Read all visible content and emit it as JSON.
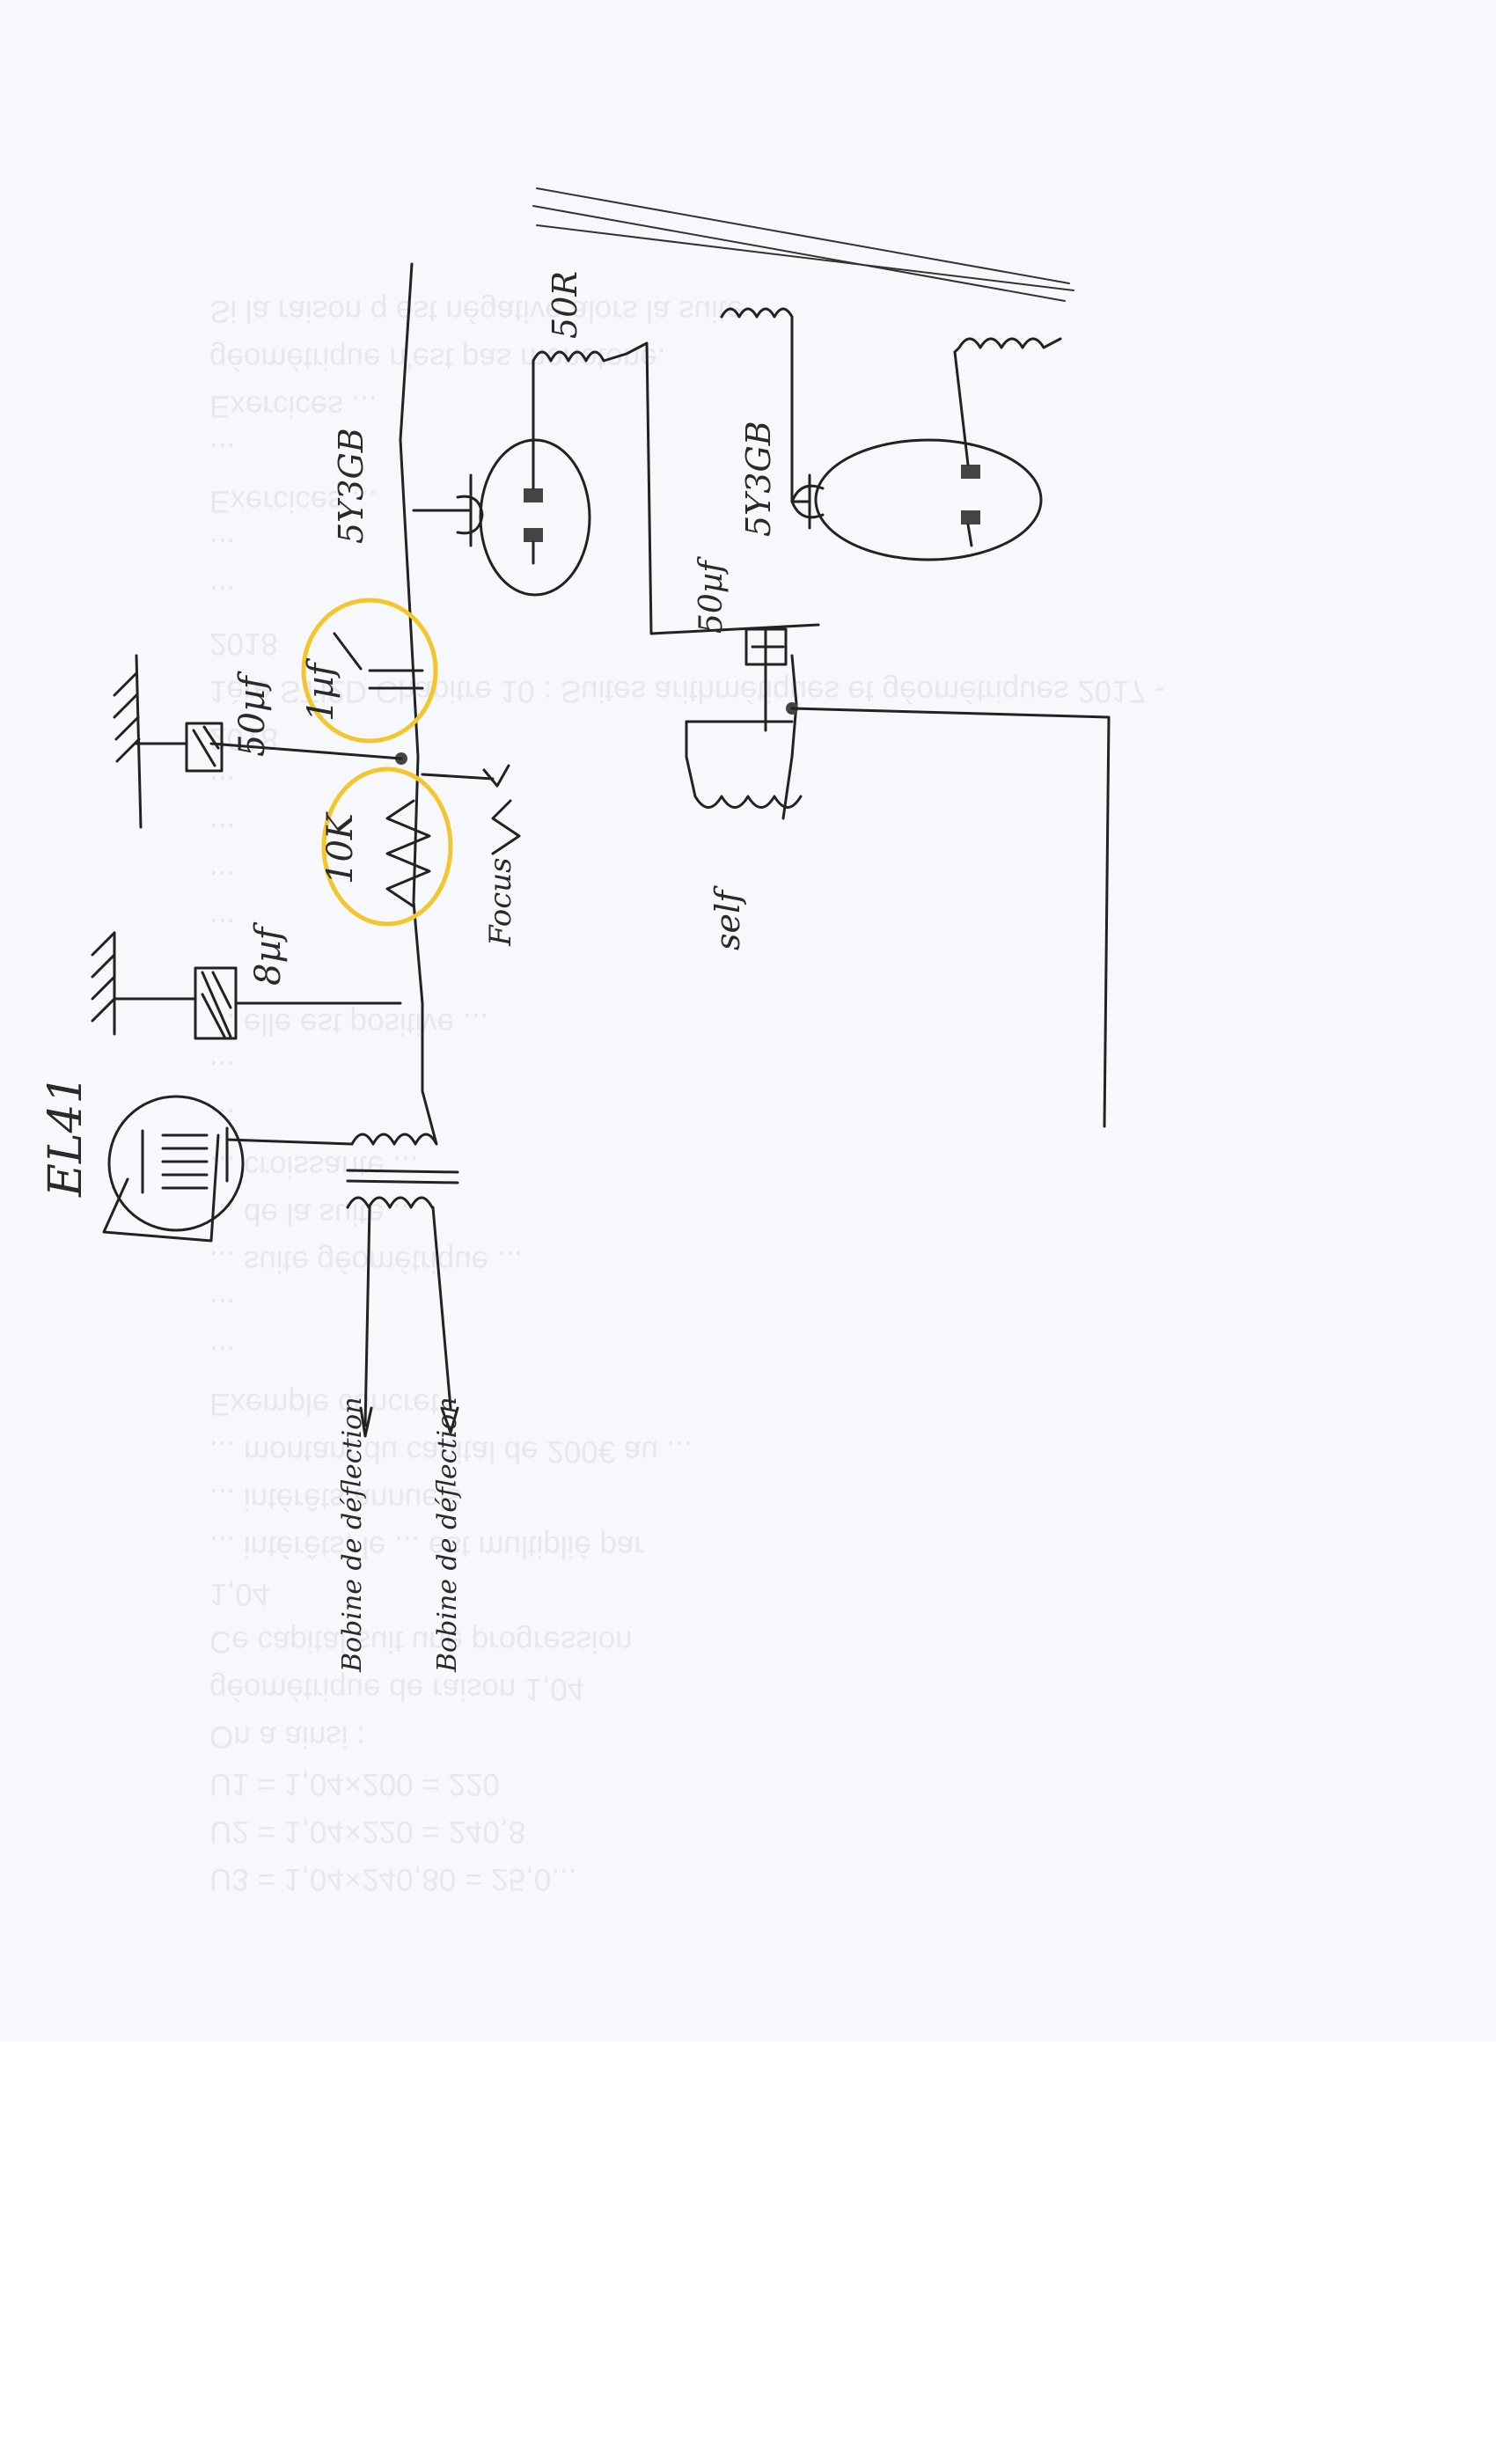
{
  "labels": {
    "tube_el41": "EL41",
    "rectifier_1": "5Y3GB",
    "rectifier_2": "5Y3GB",
    "cap_50_left": "50µf",
    "cap_1": "1µf",
    "resistor_10k": "10K",
    "cap_8": "8µf",
    "focus": "Focus",
    "cap_50_mid": "50µf",
    "choke": "50R",
    "self": "self",
    "coil_1": "Bobine de déflection",
    "coil_2": "Bobine de déflection"
  },
  "ghost_lines": [
    "U3 = 1,04×240,80 = 25,0...",
    "U2 = 1,04×220 = 240,8",
    "U1 = 1,04×200 = 220",
    "On a ainsi :",
    "géométrique de raison 1,04",
    "Ce capital suit une progression",
    "1,04",
    "... intérêts, le ... est multiplié par",
    "... intérêts annuels",
    "... montant du capital de 200€ au ...",
    "Exemple concret",
    "...",
    "...",
    "... suite géométrique ...",
    "... de la suite ...",
    "... croissante ...",
    "...",
    "...",
    "... elle est positive ...",
    "...",
    "...",
    "...",
    "...",
    "...",
    "2018",
    "1ère STI2D Chapitre 10 : Suites arithmétiques et géométriques 2017 -",
    "2018",
    "...",
    "...",
    "Exercices ...",
    "...",
    "Exercices ...",
    "géométrique n'est pas monotone.",
    "Si la raison q est négative alors la suite"
  ],
  "colors": {
    "ink": "#222222",
    "highlight": "#f2c62c",
    "paper": "#f7f8fb",
    "bleed": "#e6e8ee"
  }
}
